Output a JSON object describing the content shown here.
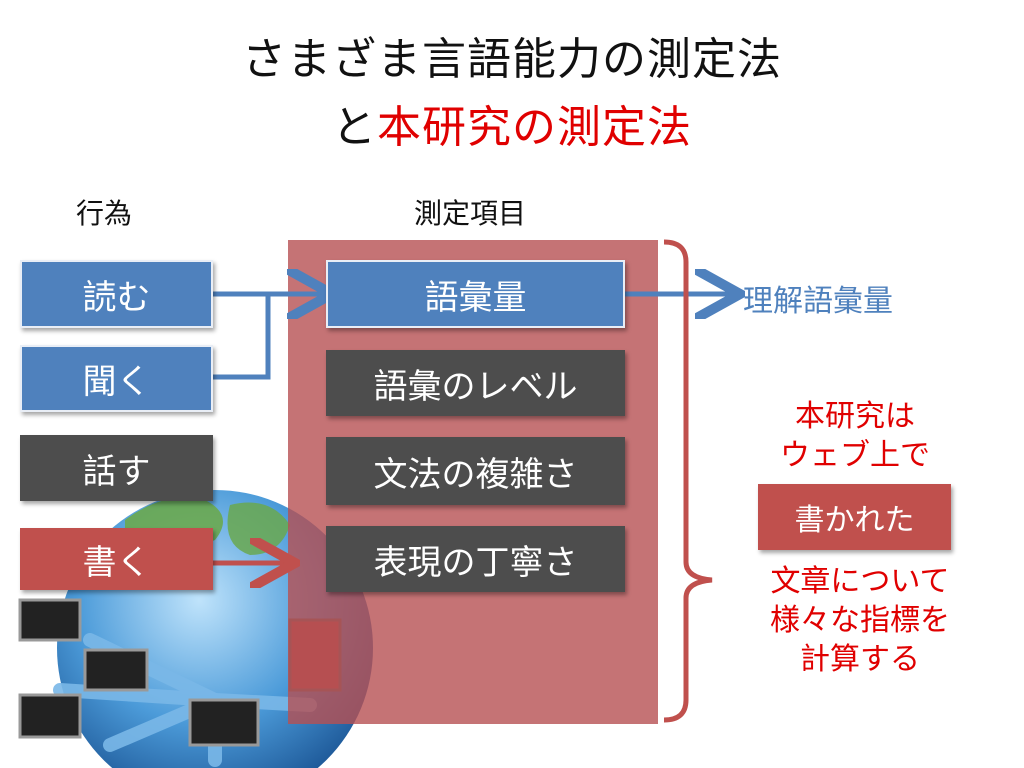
{
  "title": {
    "line1": "さまざま言語能力の測定法",
    "line2_prefix": "と",
    "line2_highlight": "本研究の測定法"
  },
  "columns": {
    "actions": "行為",
    "items": "測定項目"
  },
  "actions": [
    {
      "label": "読む",
      "color": "#4f81bd"
    },
    {
      "label": "聞く",
      "color": "#4f81bd"
    },
    {
      "label": "話す",
      "color": "#4d4d4d"
    },
    {
      "label": "書く",
      "color": "#c0504d"
    }
  ],
  "items": [
    {
      "label": "語彙量",
      "color": "#4f81bd"
    },
    {
      "label": "語彙のレベル",
      "color": "#4d4d4d"
    },
    {
      "label": "文法の複雑さ",
      "color": "#4d4d4d"
    },
    {
      "label": "表現の丁寧さ",
      "color": "#4d4d4d"
    }
  ],
  "output_vocab": "理解語彙量",
  "note": {
    "top_lines": [
      "本研究は",
      "ウェブ上で"
    ],
    "box": "書かれた",
    "bottom_lines": [
      "文章について",
      "様々な指標を",
      "計算する"
    ]
  },
  "colors": {
    "blue": "#4f81bd",
    "gray": "#4d4d4d",
    "red": "#c0504d",
    "panel": "#b75053",
    "highlight_text": "#e00000"
  }
}
